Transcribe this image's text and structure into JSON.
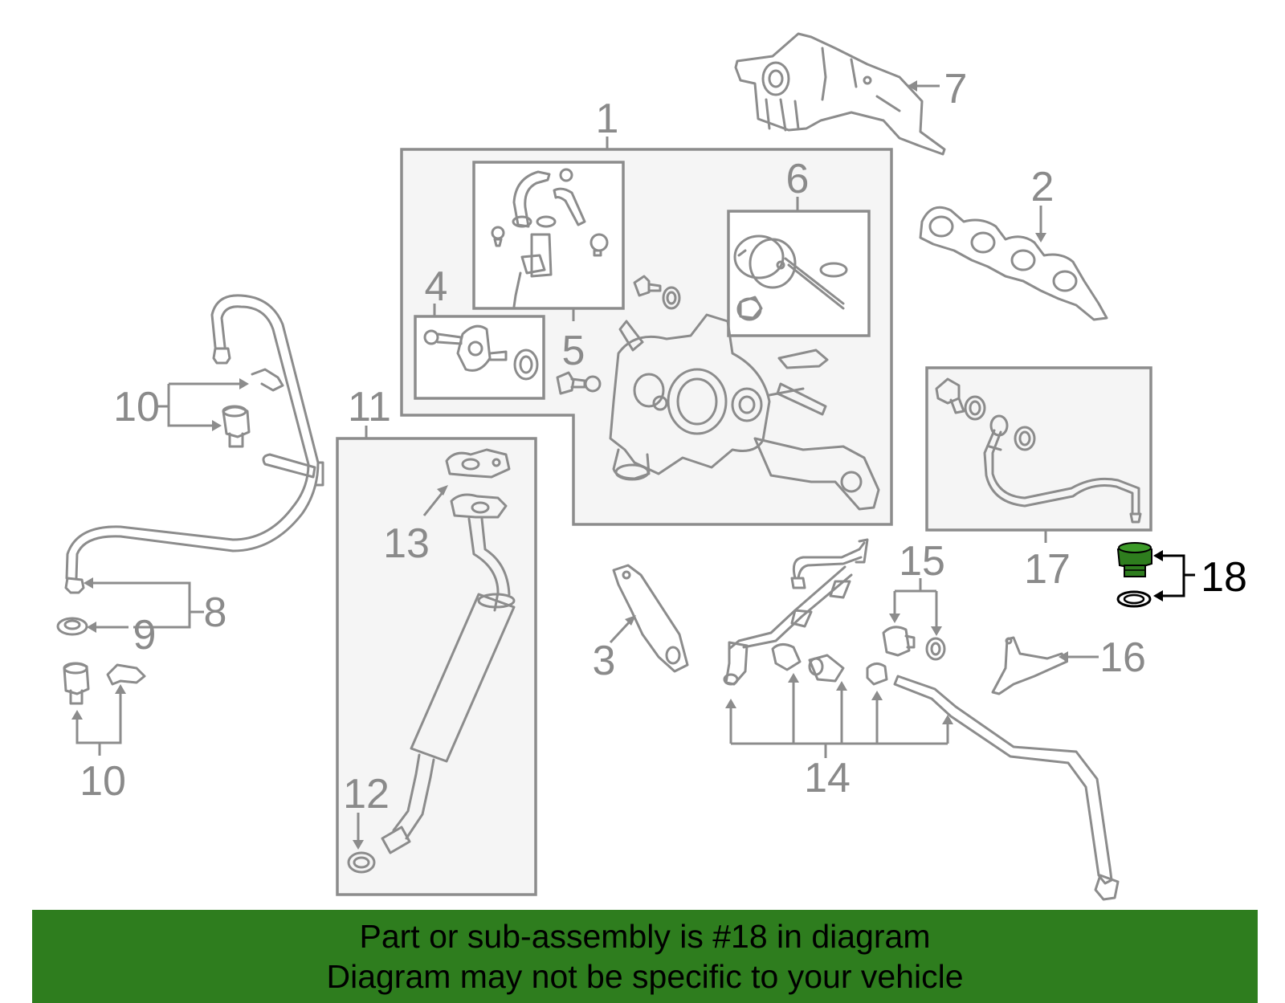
{
  "colors": {
    "highlight_part": "#2e7d1e",
    "banner": "#2e7d1e",
    "lines": "#8c8c8c"
  },
  "labels": {
    "l1": "1",
    "l2": "2",
    "l3": "3",
    "l4": "4",
    "l5": "5",
    "l6": "6",
    "l7": "7",
    "l8": "8",
    "l9": "9",
    "l10a": "10",
    "l10b": "10",
    "l11": "11",
    "l12": "12",
    "l13": "13",
    "l14": "14",
    "l15": "15",
    "l16": "16",
    "l17": "17",
    "l18": "18"
  },
  "highlighted_label": "18",
  "banner": {
    "line1": "Part or sub-assembly is #18 in diagram",
    "line2": "Diagram may not be specific to your vehicle"
  }
}
